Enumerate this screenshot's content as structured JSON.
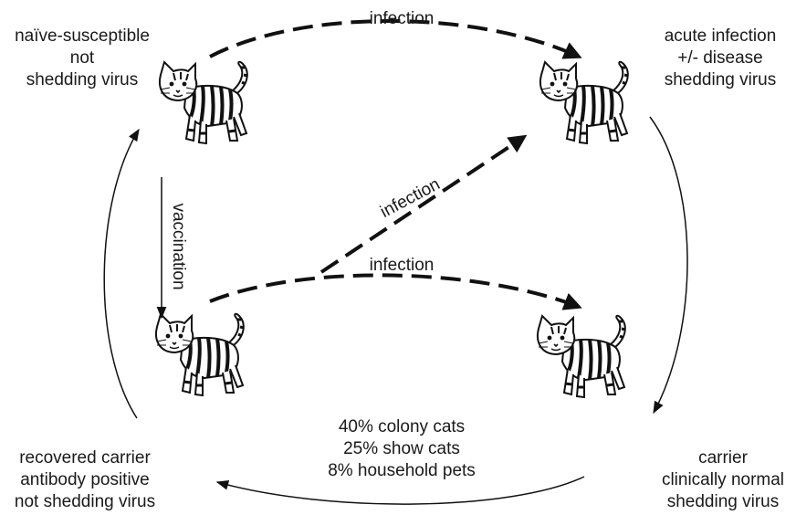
{
  "states": {
    "naive": {
      "line1": "naïve-susceptible",
      "line2": "not",
      "line3": "shedding virus"
    },
    "acute": {
      "line1": "acute infection",
      "line2": "+/- disease",
      "line3": "shedding virus"
    },
    "recovered": {
      "line1": "recovered carrier",
      "line2": "antibody positive",
      "line3": "not shedding virus"
    },
    "carrier": {
      "line1": "carrier",
      "line2": "clinically normal",
      "line3": "shedding virus"
    }
  },
  "transitions": {
    "infection_top": "infection",
    "infection_diagonal": "infection",
    "infection_bottom": "infection",
    "vaccination": "vaccination"
  },
  "prevalence": {
    "line1": "40% colony cats",
    "line2": "25% show cats",
    "line3": "8% household pets"
  },
  "colors": {
    "ink": "#111111",
    "background": "#ffffff"
  },
  "icons": [
    "cat-icon"
  ]
}
